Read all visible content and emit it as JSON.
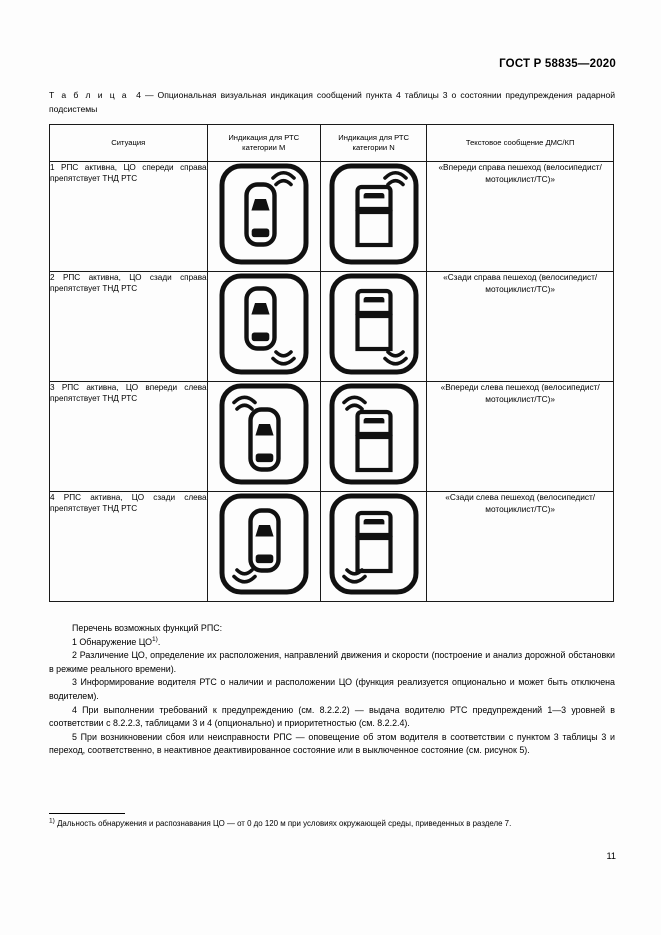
{
  "header": {
    "standard_id": "ГОСТ Р 58835—2020"
  },
  "caption": {
    "label": "Т а б л и ц а",
    "number": "4",
    "dash": "—",
    "text": "Опциональная визуальная индикация сообщений пункта 4 таблицы 3 о состоянии предупреждения радарной подсистемы"
  },
  "table": {
    "headers": [
      "Ситуация",
      "Индикация для РТС категории M",
      "Индикация для РТС категории N",
      "Текстовое сообщение ДМС/КП"
    ],
    "rows": [
      {
        "situation": "1 РПС активна, ЦО спереди справа препятствует ТНД РТС",
        "icon_m": "car-top-view-icon",
        "icon_n": "truck-top-view-icon",
        "arc_position": "top-right",
        "message": "«Впереди справа пешеход (велосипедист/мотоциклист/ТС)»"
      },
      {
        "situation": "2 РПС активна, ЦО сзади справа препятствует ТНД РТС",
        "icon_m": "car-top-view-icon",
        "icon_n": "truck-top-view-icon",
        "arc_position": "bottom-right",
        "message": "«Сзади справа пешеход (велосипедист/мотоциклист/ТС)»"
      },
      {
        "situation": "3 РПС активна, ЦО впереди слева препятствует ТНД РТС",
        "icon_m": "car-top-view-icon",
        "icon_n": "truck-top-view-icon",
        "arc_position": "top-left",
        "message": "«Впереди слева пешеход (велосипедист/мотоциклист/ТС)»"
      },
      {
        "situation": "4 РПС активна, ЦО сзади слева препятствует ТНД РТС",
        "icon_m": "car-top-view-icon",
        "icon_n": "truck-top-view-icon",
        "arc_position": "bottom-left",
        "message": "«Сзади слева пешеход (велосипедист/мотоциклист/ТС)»"
      }
    ]
  },
  "body": {
    "intro": "Перечень возможных функций РПС:",
    "item1_pre": "1 Обнаружение ЦО",
    "item1_sup": "1)",
    "item1_post": ".",
    "item2": "2 Различение ЦО, определение их расположения, направлений движения и скорости (построение и анализ дорожной обстановки в режиме реального времени).",
    "item3": "3 Информирование водителя РТС о наличии и расположении ЦО (функция реализуется опционально и может быть отключена водителем).",
    "item4": "4 При выполнении требований к предупреждению (см. 8.2.2.2) — выдача водителю РТС предупреждений 1—3 уровней в соответствии с 8.2.2.3, таблицами 3 и 4 (опционально) и приоритетностью (см. 8.2.2.4).",
    "item5": "5 При возникновении сбоя или неисправности РПС — оповещение об этом водителя в соответствии с пунктом 3 таблицы 3 и переход, соответственно, в неактивное деактивированное состояние или в выключенное состояние (см. рисунок 5)."
  },
  "footnote": {
    "marker": "1)",
    "text": " Дальность обнаружения и распознавания ЦО — от 0 до 120 м при условиях окружающей среды, приведенных в разделе 7."
  },
  "page_number": "11",
  "colors": {
    "ink": "#000000",
    "rule": "#1a1a1a",
    "paper": "#fdfdfd"
  }
}
